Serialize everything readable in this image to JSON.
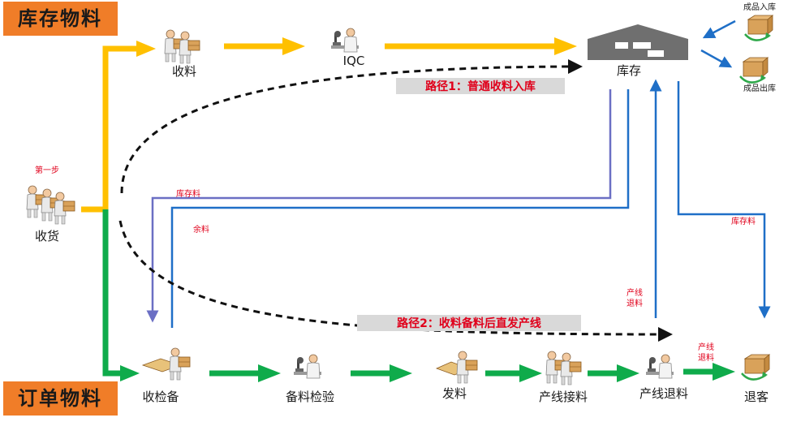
{
  "titles": {
    "stock": "库存物料",
    "order": "订单物料"
  },
  "nodes": {
    "receive_goods": "收货",
    "receive_material": "收料",
    "iqc": "IQC",
    "warehouse": "库存",
    "finished_in": "成品入库",
    "finished_out": "成品出库",
    "receive_inspect": "收检备",
    "prep_inspect": "备料检验",
    "issue": "发料",
    "line_receive": "产线接料",
    "line_return": "产线退料",
    "return_customer": "退客"
  },
  "labels": {
    "first_step": "第一步",
    "stock_material_left": "库存料",
    "surplus": "余料",
    "stock_material_right": "库存料",
    "line_return_top_1": "产线",
    "line_return_top_2": "退料",
    "line_return_bottom_1": "产线",
    "line_return_bottom_2": "退料"
  },
  "paths": {
    "path1": "路径1：普通收料入库",
    "path2": "路径2：收料备料后直发产线"
  },
  "colors": {
    "title_bg": "#f07d28",
    "yellow_flow": "#ffc000",
    "green_flow": "#0fab4b",
    "blue_flow": "#1f6fc7",
    "purple_flow": "#6b6fc4",
    "red_text": "#e0001b",
    "warehouse_gray": "#6f6f6f"
  },
  "icons": {
    "person_box": "person-carrying-box-icon",
    "inspector": "inspector-microscope-icon",
    "warehouse": "warehouse-icon",
    "box_arrow": "box-recycle-icon"
  }
}
